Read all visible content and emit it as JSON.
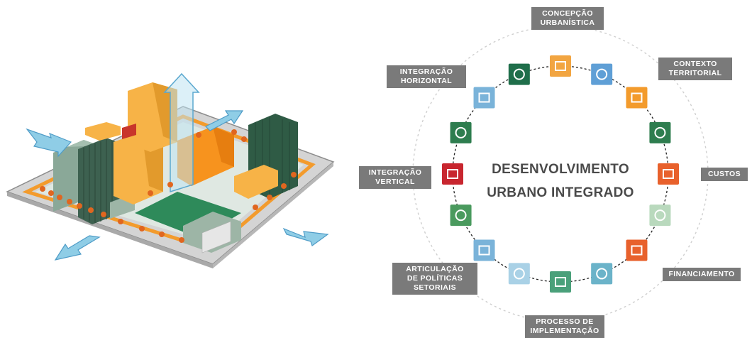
{
  "center": {
    "line1": "DESENVOLVIMENTO",
    "line2": "URBANO INTEGRADO"
  },
  "labels": {
    "concepcao": [
      "CONCEPÇÃO",
      "URBANÍSTICA"
    ],
    "contexto": [
      "CONTEXTO",
      "TERRITORIAL"
    ],
    "custos": [
      "CUSTOS"
    ],
    "financiamento": [
      "FINANCIAMENTO"
    ],
    "processo": [
      "PROCESSO DE",
      "IMPLEMENTAÇÃO"
    ],
    "articulacao": [
      "ARTICULAÇÃO",
      "DE POLÍTICAS",
      "SETORIAIS"
    ],
    "vertical": [
      "INTEGRAÇÃO",
      "VERTICAL"
    ],
    "horizontal": [
      "INTEGRAÇÃO",
      "HORIZONTAL"
    ]
  },
  "icons": [
    {
      "name": "target-icon",
      "color": "#1f6e4a"
    },
    {
      "name": "house-icon",
      "color": "#f2a541"
    },
    {
      "name": "storefront-icon",
      "color": "#5f9fd6"
    },
    {
      "name": "transport-icon",
      "color": "#f39b2c"
    },
    {
      "name": "building-icon",
      "color": "#2e7d4f"
    },
    {
      "name": "briefcase-icon",
      "color": "#e8612c"
    },
    {
      "name": "dots-grid-icon",
      "color": "#b9d9bd"
    },
    {
      "name": "globe-icon",
      "color": "#e8612c"
    },
    {
      "name": "rain-cloud-icon",
      "color": "#6bb3c9"
    },
    {
      "name": "apartment-icon",
      "color": "#4aa07a"
    },
    {
      "name": "handshake-icon",
      "color": "#a9d1e6"
    },
    {
      "name": "bridge-icon",
      "color": "#7ab3d9"
    },
    {
      "name": "trees-icon",
      "color": "#4a9a5e"
    },
    {
      "name": "theater-masks-icon",
      "color": "#c8262f"
    },
    {
      "name": "tree-layers-icon",
      "color": "#2e7d4f"
    },
    {
      "name": "museum-icon",
      "color": "#7ab3d9"
    }
  ],
  "colors": {
    "label_bg": "#7a7a7a",
    "orange": "#f39b2c",
    "dark_green": "#2f5b45",
    "grey_green": "#7a9a88",
    "sky_blue": "#8fcde6",
    "road": "#c9c9c9"
  }
}
